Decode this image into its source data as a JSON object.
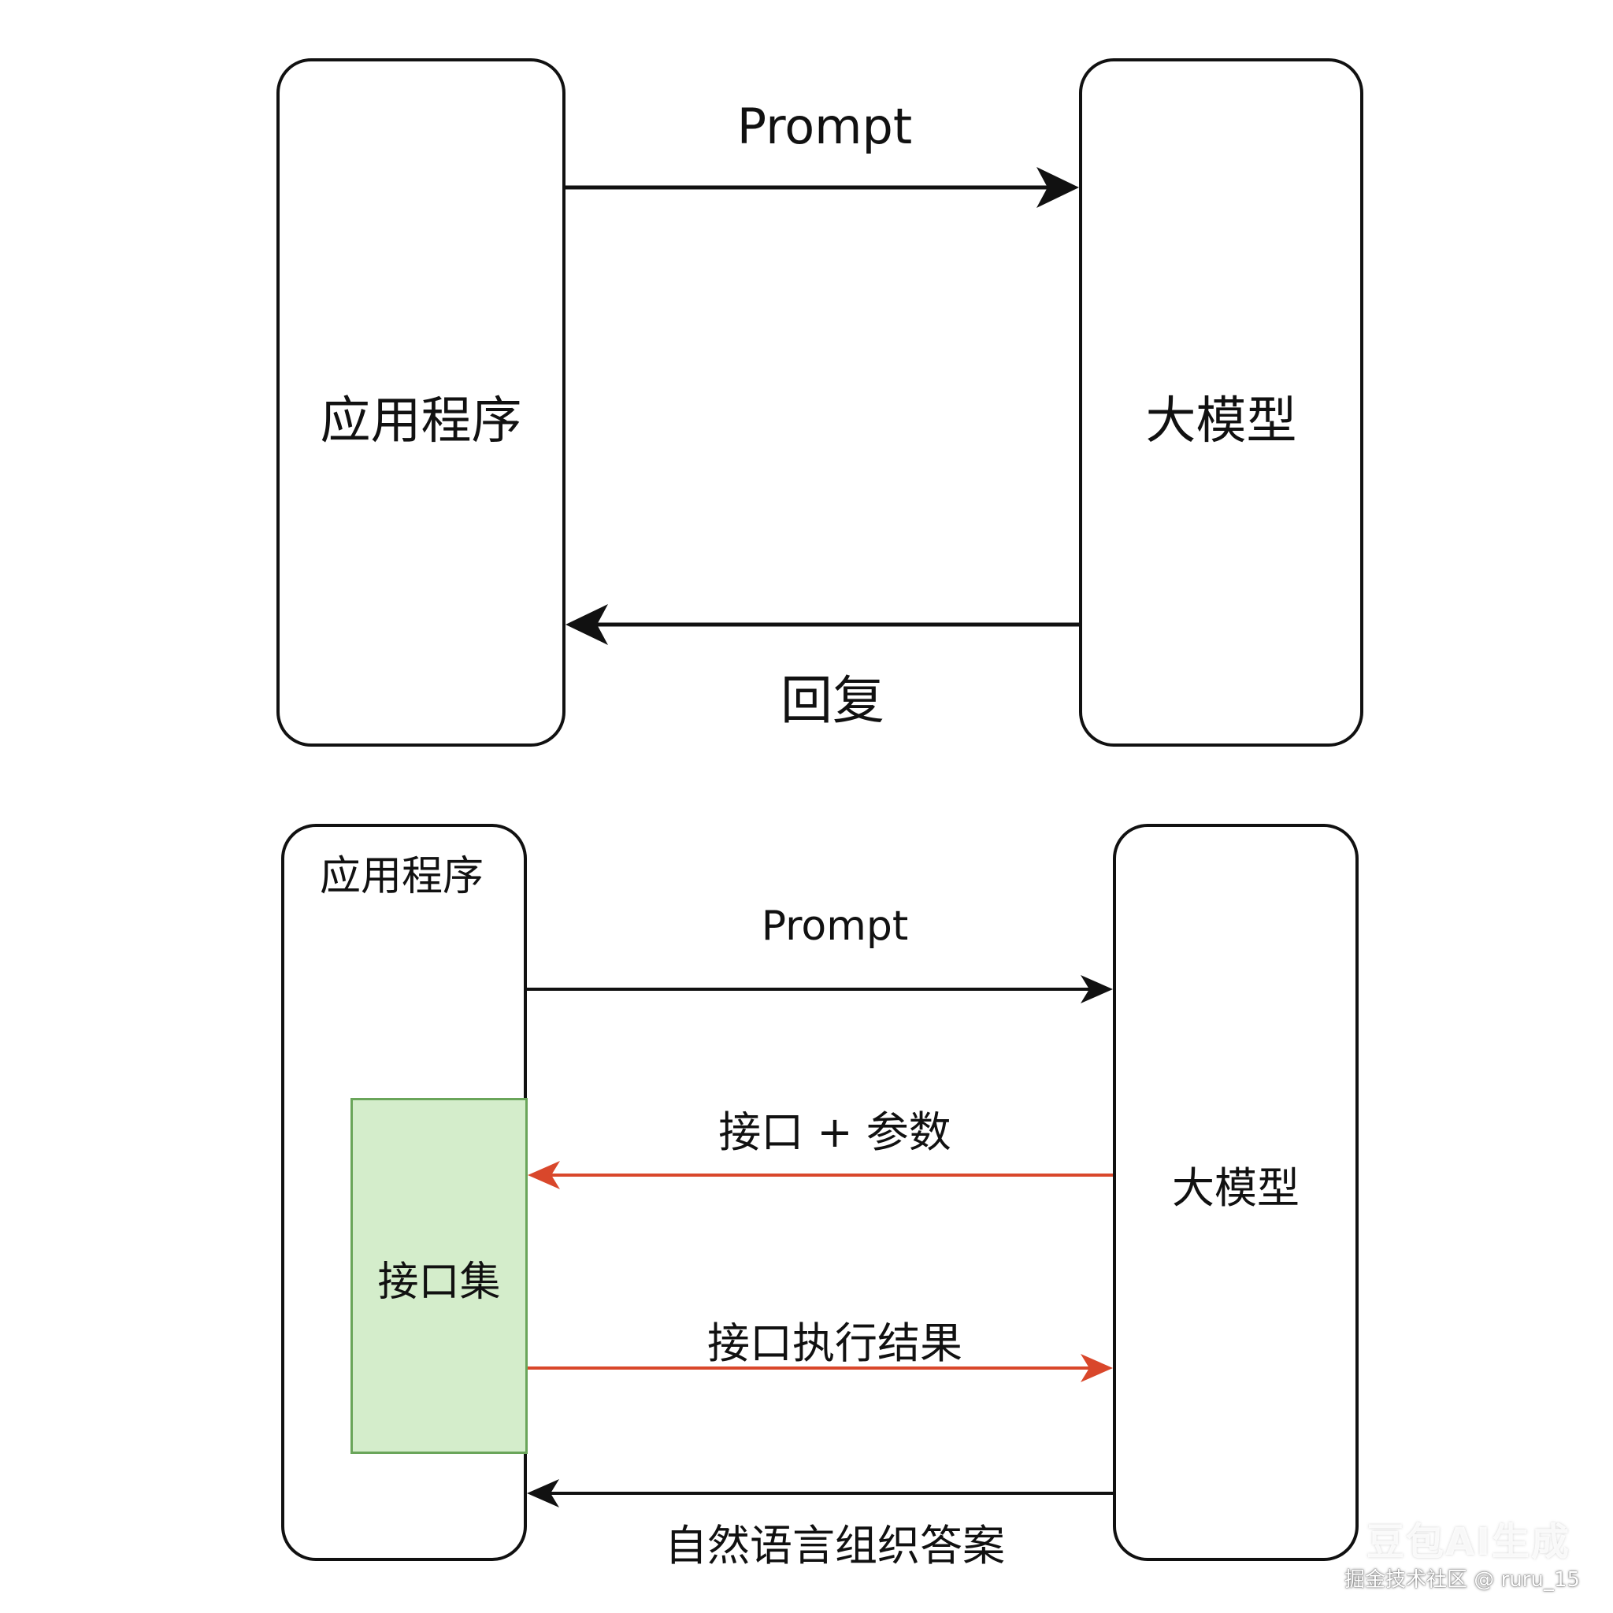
{
  "top_diagram": {
    "app_label": "应用程序",
    "model_label": "大模型",
    "prompt_label": "Prompt",
    "reply_label": "回复"
  },
  "bottom_diagram": {
    "app_label": "应用程序",
    "model_label": "大模型",
    "interface_set_label": "接口集",
    "prompt_label": "Prompt",
    "call_label": "接口 + 参数",
    "result_label": "接口执行结果",
    "answer_label": "自然语言组织答案"
  },
  "colors": {
    "line": "#111111",
    "red_arrow": "#d9472b",
    "green_fill": "#d4edcb",
    "green_border": "#6aa55a"
  },
  "watermark": {
    "mark": "豆包AI生成",
    "credit": "掘金技术社区 @ ruru_15"
  }
}
